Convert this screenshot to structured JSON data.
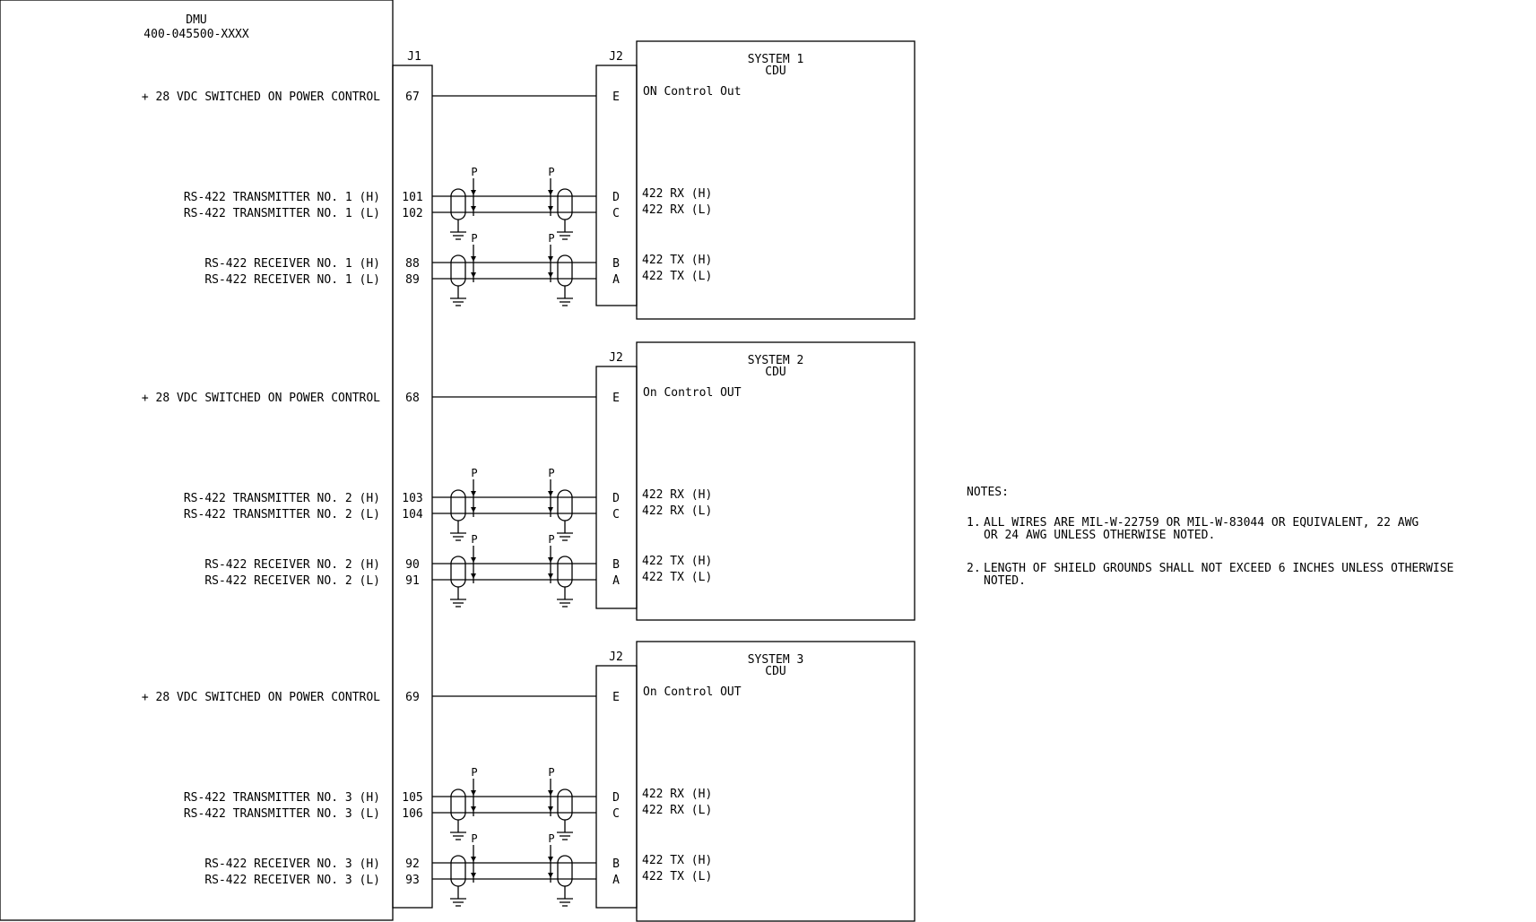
{
  "dmu": {
    "title": "DMU",
    "part_number": "400-045500-XXXX",
    "connector": "J1"
  },
  "systems": [
    {
      "title": "SYSTEM 1",
      "subtitle": "CDU",
      "connector": "J2",
      "signals": [
        {
          "dmu_label": "+ 28 VDC SWITCHED ON POWER CONTROL",
          "j1_pin": "67",
          "j2_pin": "E",
          "cdu_label": "ON Control Out"
        }
      ],
      "pairs": [
        {
          "hi": {
            "dmu_label": "RS-422 TRANSMITTER NO. 1 (H)",
            "j1_pin": "101",
            "j2_pin": "D",
            "cdu_label": "422 RX (H)"
          },
          "lo": {
            "dmu_label": "RS-422 TRANSMITTER NO. 1 (L)",
            "j1_pin": "102",
            "j2_pin": "C",
            "cdu_label": "422 RX (L)"
          }
        },
        {
          "hi": {
            "dmu_label": "RS-422 RECEIVER NO. 1 (H)",
            "j1_pin": "88",
            "j2_pin": "B",
            "cdu_label": "422 TX (H)"
          },
          "lo": {
            "dmu_label": "RS-422 RECEIVER NO. 1 (L)",
            "j1_pin": "89",
            "j2_pin": "A",
            "cdu_label": "422 TX (L)"
          }
        }
      ]
    },
    {
      "title": "SYSTEM 2",
      "subtitle": "CDU",
      "connector": "J2",
      "signals": [
        {
          "dmu_label": "+ 28 VDC SWITCHED ON POWER CONTROL",
          "j1_pin": "68",
          "j2_pin": "E",
          "cdu_label": "On Control OUT"
        }
      ],
      "pairs": [
        {
          "hi": {
            "dmu_label": "RS-422 TRANSMITTER NO. 2 (H)",
            "j1_pin": "103",
            "j2_pin": "D",
            "cdu_label": "422 RX (H)"
          },
          "lo": {
            "dmu_label": "RS-422 TRANSMITTER NO. 2 (L)",
            "j1_pin": "104",
            "j2_pin": "C",
            "cdu_label": "422 RX (L)"
          }
        },
        {
          "hi": {
            "dmu_label": "RS-422 RECEIVER NO. 2 (H)",
            "j1_pin": "90",
            "j2_pin": "B",
            "cdu_label": "422 TX (H)"
          },
          "lo": {
            "dmu_label": "RS-422 RECEIVER NO. 2 (L)",
            "j1_pin": "91",
            "j2_pin": "A",
            "cdu_label": "422 TX (L)"
          }
        }
      ]
    },
    {
      "title": "SYSTEM 3",
      "subtitle": "CDU",
      "connector": "J2",
      "signals": [
        {
          "dmu_label": "+ 28 VDC SWITCHED ON POWER CONTROL",
          "j1_pin": "69",
          "j2_pin": "E",
          "cdu_label": "On Control OUT"
        }
      ],
      "pairs": [
        {
          "hi": {
            "dmu_label": "RS-422 TRANSMITTER NO. 3 (H)",
            "j1_pin": "105",
            "j2_pin": "D",
            "cdu_label": "422 RX (H)"
          },
          "lo": {
            "dmu_label": "RS-422 TRANSMITTER NO. 3 (L)",
            "j1_pin": "106",
            "j2_pin": "C",
            "cdu_label": "422 RX (L)"
          }
        },
        {
          "hi": {
            "dmu_label": "RS-422 RECEIVER NO. 3 (H)",
            "j1_pin": "92",
            "j2_pin": "B",
            "cdu_label": "422 TX (H)"
          },
          "lo": {
            "dmu_label": "RS-422 RECEIVER NO. 3 (L)",
            "j1_pin": "93",
            "j2_pin": "A",
            "cdu_label": "422 TX (L)"
          }
        }
      ]
    }
  ],
  "shield_label": "P",
  "notes": {
    "heading": "NOTES:",
    "items": [
      {
        "number": "1.",
        "lines": [
          "ALL WIRES ARE MIL-W-22759 OR MIL-W-83044 OR EQUIVALENT, 22 AWG",
          "OR 24 AWG UNLESS OTHERWISE NOTED."
        ]
      },
      {
        "number": "2.",
        "lines": [
          "LENGTH OF SHIELD GROUNDS SHALL NOT EXCEED 6 INCHES UNLESS OTHERWISE",
          "NOTED."
        ]
      }
    ]
  }
}
